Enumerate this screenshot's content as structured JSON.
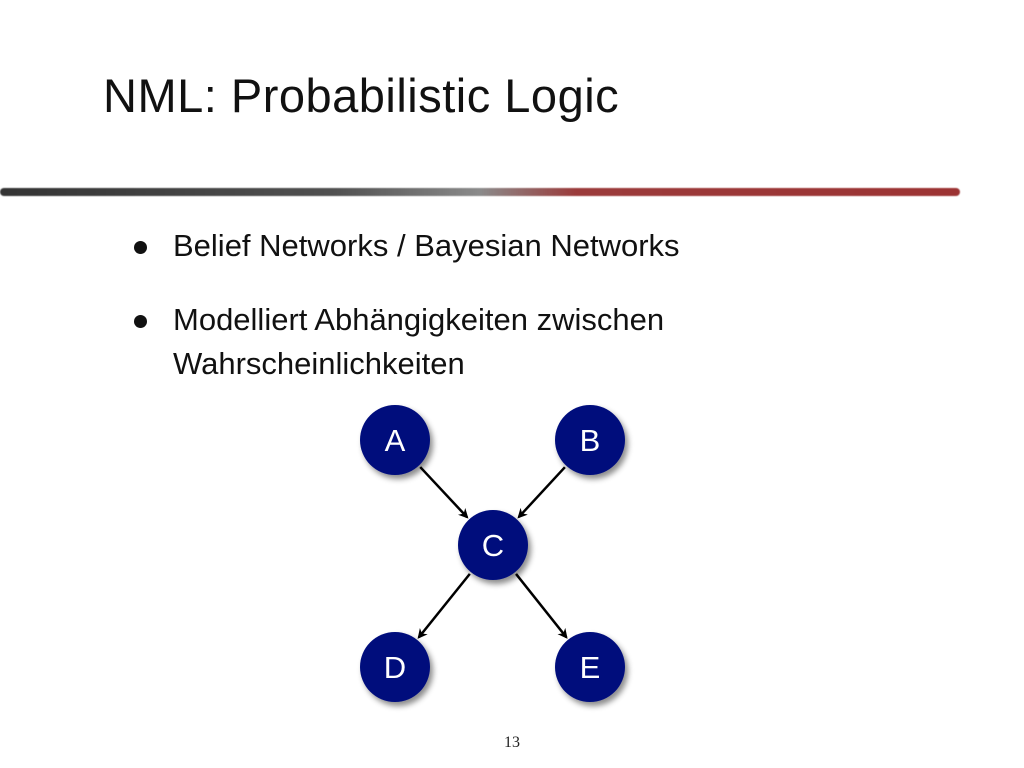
{
  "slide": {
    "title": "NML: Probabilistic Logic",
    "bullets": [
      "Belief Networks / Bayesian Networks",
      "Modelliert Abhängigkeiten zwischen Wahrscheinlichkeiten"
    ],
    "page_number": "13"
  },
  "diagram": {
    "node_color": "#050e7c",
    "nodes": [
      {
        "id": "A",
        "label": "A"
      },
      {
        "id": "B",
        "label": "B"
      },
      {
        "id": "C",
        "label": "C"
      },
      {
        "id": "D",
        "label": "D"
      },
      {
        "id": "E",
        "label": "E"
      }
    ],
    "edges": [
      {
        "from": "A",
        "to": "C"
      },
      {
        "from": "B",
        "to": "C"
      },
      {
        "from": "C",
        "to": "D"
      },
      {
        "from": "C",
        "to": "E"
      }
    ]
  }
}
